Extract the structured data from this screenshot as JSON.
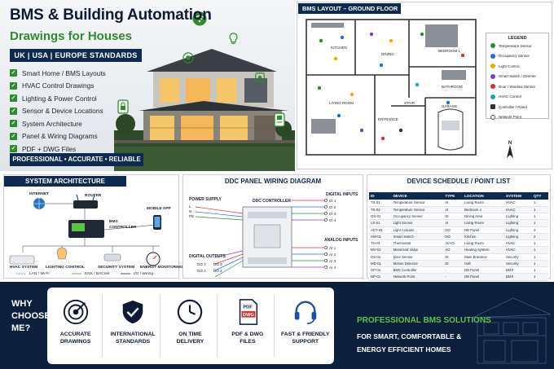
{
  "hero": {
    "title": "BMS & Building Automation",
    "subtitle": "Drawings for Houses",
    "standards": "UK | USA | EUROPE STANDARDS",
    "features": [
      "Smart Home / BMS Layouts",
      "HVAC Control Drawings",
      "Lighting & Power Control",
      "Sensor & Device Locations",
      "System Architecture",
      "Panel & Wiring Diagrams",
      "PDF + DWG Files"
    ],
    "tagline": "PROFESSIONAL • ACCURATE • RELIABLE"
  },
  "layout": {
    "header": "BMS LAYOUT – GROUND FLOOR",
    "rooms": [
      "KITCHEN",
      "DINING",
      "BEDROOM 1",
      "BATHROOM",
      "LIVING ROOM",
      "STAIR",
      "ENTRANCE",
      "GARAGE"
    ],
    "north": "N",
    "legend_title": "LEGEND",
    "legend": [
      {
        "label": "Temperature Sensor",
        "color": "#2e8b2e"
      },
      {
        "label": "Occupancy Sensor",
        "color": "#1e6fd9"
      },
      {
        "label": "Light Control",
        "color": "#e0b000"
      },
      {
        "label": "Smart Switch / Dimmer",
        "color": "#7b3fc4"
      },
      {
        "label": "Door / Window Sensor",
        "color": "#d93030"
      },
      {
        "label": "HVAC Control",
        "color": "#1aa0b0"
      },
      {
        "label": "Controller / Panel",
        "color": "#333333"
      },
      {
        "label": "Network Point",
        "color": "#555555"
      }
    ]
  },
  "architecture": {
    "header": "SYSTEM ARCHITECTURE",
    "internet": "INTERNET",
    "router": "ROUTER",
    "mobile": "MOBILE APP",
    "controller_l1": "BMS",
    "controller_l2": "CONTROLLER",
    "hvac": "HVAC SYSTEM",
    "lighting": "LIGHTING CONTROL",
    "security": "SECURITY SYSTEM",
    "energy": "ENERGY MONITORING",
    "legend": [
      "LAN / Wi-Fi",
      "KNX / BACnet",
      "I/O / Wiring"
    ]
  },
  "ddc": {
    "header": "DDC PANEL WIRING DIAGRAM",
    "power_supply": "POWER SUPPLY",
    "power_lines": [
      "L",
      "N",
      "PE"
    ],
    "controller": "DDC CONTROLLER",
    "digital_inputs": "DIGITAL INPUTS",
    "di": [
      "DI 1",
      "DI 2",
      "DI 3",
      "DI 4"
    ],
    "analog_inputs": "ANALOG INPUTS",
    "ai": [
      "AI 1",
      "AI 2",
      "AI 3",
      "AI 4"
    ],
    "digital_outputs": "DIGITAL OUTPUTS",
    "do": [
      "DO 1",
      "DO 2",
      "DO 3",
      "DO 4"
    ]
  },
  "schedule": {
    "header": "DEVICE SCHEDULE / POINT LIST",
    "columns": [
      "ID",
      "DEVICE",
      "TYPE",
      "LOCATION",
      "SYSTEM",
      "QTY"
    ],
    "rows": [
      [
        "TS-01",
        "Temperature Sensor",
        "AI",
        "Living Room",
        "HVAC",
        "1"
      ],
      [
        "TS-02",
        "Temperature Sensor",
        "AI",
        "Bedroom 1",
        "HVAC",
        "1"
      ],
      [
        "OS-01",
        "Occupancy Sensor",
        "DI",
        "Dining Area",
        "Lighting",
        "1"
      ],
      [
        "LS-01",
        "Light Sensor",
        "AI",
        "Living Room",
        "Lighting",
        "1"
      ],
      [
        "ACT-01",
        "Light Actuator",
        "DO",
        "DB Panel",
        "Lighting",
        "4"
      ],
      [
        "SW-01",
        "Smart Switch",
        "DO",
        "Kitchen",
        "Lighting",
        "2"
      ],
      [
        "TH-01",
        "Thermostat",
        "AI/AO",
        "Living Room",
        "HVAC",
        "1"
      ],
      [
        "MV-01",
        "Motorized Valve",
        "AO",
        "Heating System",
        "HVAC",
        "1"
      ],
      [
        "DS-01",
        "Door Sensor",
        "DI",
        "Main Entrance",
        "Security",
        "1"
      ],
      [
        "MD-01",
        "Motion Detector",
        "DI",
        "Hall",
        "Security",
        "1"
      ],
      [
        "CP-01",
        "BMS Controller",
        "-",
        "DB Panel",
        "BMS",
        "1"
      ],
      [
        "NP-01",
        "Network Point",
        "-",
        "DB Panel",
        "BMS",
        "1"
      ]
    ]
  },
  "footer": {
    "why": [
      "WHY",
      "CHOOSE",
      "ME?"
    ],
    "badges": [
      {
        "icon": "target-icon",
        "l1": "ACCURATE",
        "l2": "DRAWINGS"
      },
      {
        "icon": "shield-check-icon",
        "l1": "INTERNATIONAL",
        "l2": "STANDARDS"
      },
      {
        "icon": "clock-icon",
        "l1": "ON TIME",
        "l2": "DELIVERY"
      },
      {
        "icon": "pdf-dwg-icon",
        "l1": "PDF & DWG",
        "l2": "FILES"
      },
      {
        "icon": "headset-icon",
        "l1": "FAST & FRIENDLY",
        "l2": "SUPPORT"
      }
    ],
    "pdf_text": "PDF",
    "dwg_text": "DWG",
    "promo_title": "PROFESSIONAL BMS SOLUTIONS",
    "promo_line1": "FOR SMART, COMFORTABLE &",
    "promo_line2": "ENERGY EFFICIENT HOMES"
  }
}
